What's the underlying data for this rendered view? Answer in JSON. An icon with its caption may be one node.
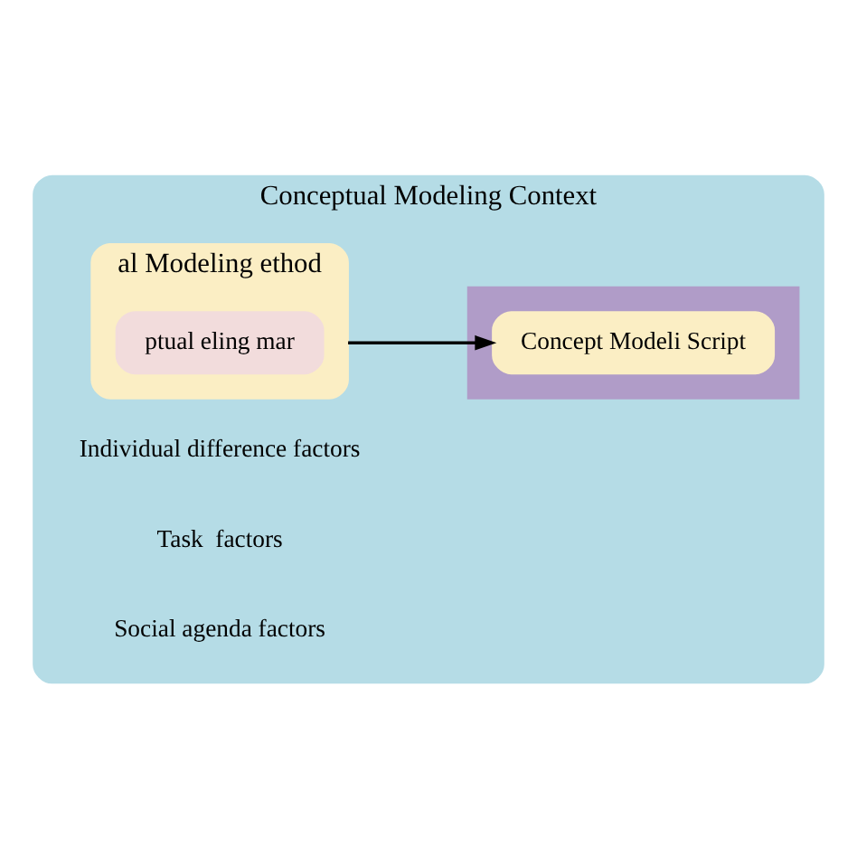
{
  "diagram": {
    "nodes": [
      {
        "text": [
          "Conceptual Modeling Context"
        ]
      },
      {
        "text": [
          "al Modeling ethod"
        ],
        "in": 0
      },
      {
        "text": [
          "ptual eling mar"
        ],
        "in": 1
      },
      {
        "text": [],
        "shape": "box",
        "in": 0
      },
      {
        "text": [
          "Concept Modeli Script"
        ],
        "in": 3
      }
    ],
    "edges": [
      {
        "from": 1,
        "to": 4,
        "arrow": "to"
      }
    ],
    "labels": [
      "Individual difference factors",
      "Task  factors",
      "Social agenda factors"
    ]
  }
}
